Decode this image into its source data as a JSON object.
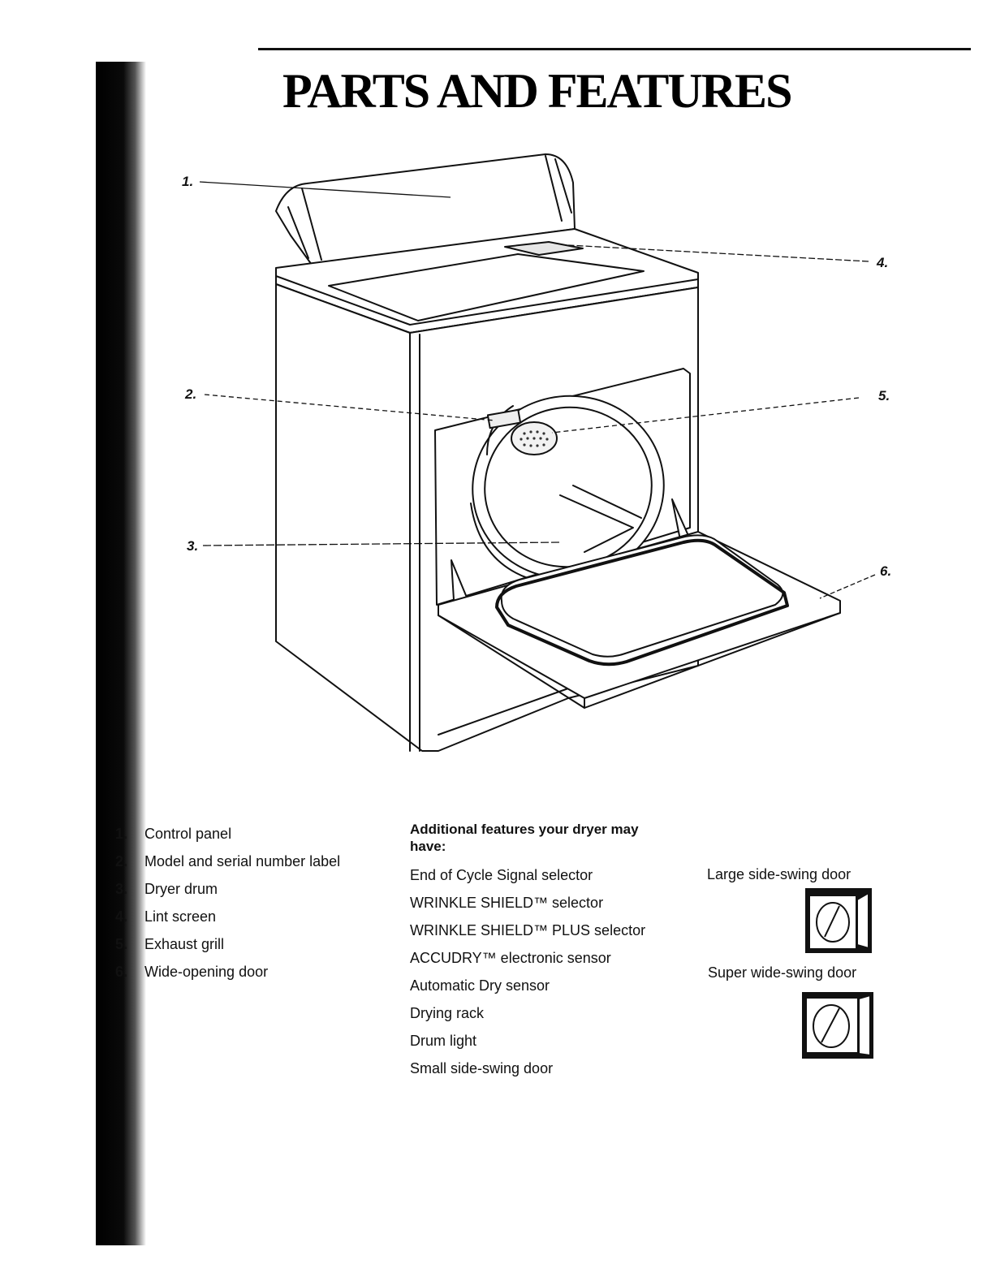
{
  "title": "PARTS AND FEATURES",
  "callouts": [
    "1.",
    "2.",
    "3.",
    "4.",
    "5.",
    "6."
  ],
  "parts": [
    {
      "num": "1.",
      "label": "Control panel"
    },
    {
      "num": "2.",
      "label": "Model and serial number label"
    },
    {
      "num": "3.",
      "label": "Dryer drum"
    },
    {
      "num": "4.",
      "label": "Lint screen"
    },
    {
      "num": "5.",
      "label": "Exhaust grill"
    },
    {
      "num": "6.",
      "label": "Wide-opening door"
    }
  ],
  "features": {
    "heading": "Additional features your dryer may have:",
    "items": [
      "End of Cycle Signal selector",
      "WRINKLE SHIELD™ selector",
      "WRINKLE SHIELD™ PLUS selector",
      "ACCUDRY™ electronic sensor",
      "Automatic Dry sensor",
      "Drying rack",
      "Drum light",
      "Small side-swing door"
    ]
  },
  "door_options": [
    {
      "label": "Large side-swing door",
      "icon": "large-side-swing-door-icon"
    },
    {
      "label": "Super wide-swing door",
      "icon": "super-wide-swing-door-icon"
    }
  ]
}
